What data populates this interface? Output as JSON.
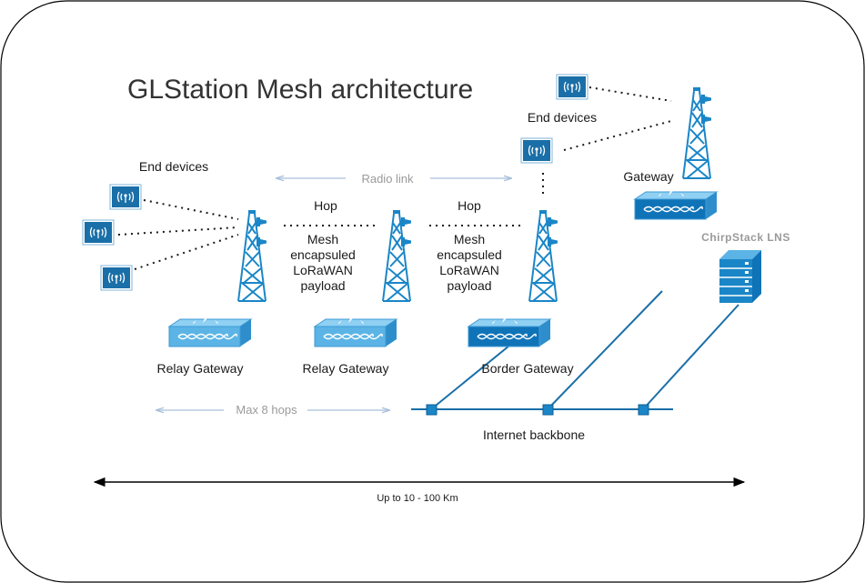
{
  "title": "GLStation Mesh architecture",
  "labels": {
    "end_devices_left": "End devices",
    "end_devices_right": "End devices",
    "gateway": "Gateway",
    "radio_link": "Radio link",
    "hop_1": "Hop",
    "hop_2": "Hop",
    "payload_1": [
      "Mesh",
      "encapsuled",
      "LoRaWAN",
      "payload"
    ],
    "payload_2": [
      "Mesh",
      "encapsuled",
      "LoRaWAN",
      "payload"
    ],
    "chirpstack": "ChirpStack LNS",
    "relay_gateway_1": "Relay Gateway",
    "relay_gateway_2": "Relay Gateway",
    "border_gateway": "Border Gateway",
    "max_hops": "Max 8 hops",
    "internet_backbone": "Internet backbone",
    "distance": "Up to 10 - 100 Km"
  },
  "colors": {
    "device_fill": "#1a6fa8",
    "tower": "#1a86c7",
    "relay_fill": "#5bb4e5",
    "border_fill": "#0f73b8",
    "gateway_fill": "#0f73b8",
    "server_fill": "#1a86c7",
    "backbone": "#1a6fa8",
    "grey_arrow": "#a9bfdc"
  }
}
